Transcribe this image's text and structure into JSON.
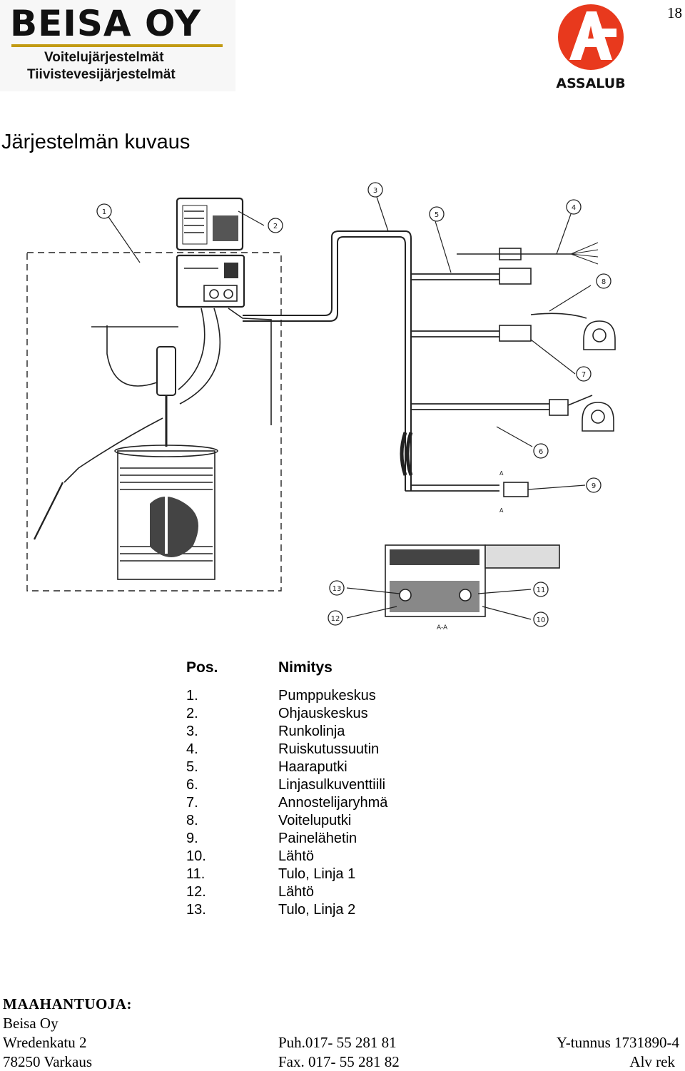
{
  "page_number": "18",
  "logo": {
    "company": "BEISA OY",
    "line1": "Voitelujärjestelmät",
    "line2": "Tiivistevesijärjestelmät",
    "brand": "ASSALUB"
  },
  "section_title": "Järjestelmän kuvaus",
  "diagram": {
    "callouts": [
      "1",
      "2",
      "3",
      "4",
      "5",
      "6",
      "7",
      "8",
      "9",
      "10",
      "11",
      "12",
      "13"
    ],
    "section_label": "A-A",
    "marker": "A"
  },
  "legend": {
    "col_pos": "Pos.",
    "col_name": "Nimitys",
    "rows": [
      {
        "pos": "1.",
        "name": "Pumppukeskus"
      },
      {
        "pos": "2.",
        "name": "Ohjauskeskus"
      },
      {
        "pos": "3.",
        "name": "Runkolinja"
      },
      {
        "pos": "4.",
        "name": "Ruiskutussuutin"
      },
      {
        "pos": "5.",
        "name": "Haaraputki"
      },
      {
        "pos": "6.",
        "name": "Linjasulkuventtiili"
      },
      {
        "pos": "7.",
        "name": "Annostelijaryhmä"
      },
      {
        "pos": "8.",
        "name": "Voiteluputki"
      },
      {
        "pos": "9.",
        "name": "Painelähetin"
      },
      {
        "pos": "10.",
        "name": "Lähtö"
      },
      {
        "pos": "11.",
        "name": "Tulo, Linja 1"
      },
      {
        "pos": "12.",
        "name": "Lähtö"
      },
      {
        "pos": "13.",
        "name": "Tulo, Linja 2"
      }
    ]
  },
  "footer": {
    "importer_label": "MAAHANTUOJA:",
    "company": "Beisa Oy",
    "street": "Wredenkatu 2",
    "postal": "78250 Varkaus",
    "phone": "Puh.017-  55 281 81",
    "fax": "Fax. 017- 55 281 82",
    "business_id": "Y-tunnus 1731890-4",
    "vat": "Alv rek"
  }
}
